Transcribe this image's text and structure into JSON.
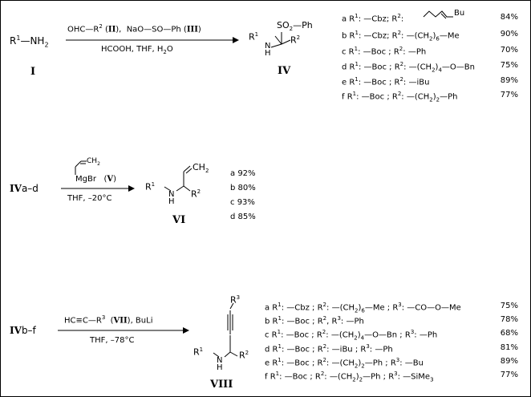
{
  "scheme1": {
    "reactant": "R1—NH2",
    "reactant_label": "I",
    "reagents_top": "OHC—R2 (II), NaO—SO—Ph (III)",
    "conditions_bottom": "HCOOH, THF, H2O",
    "product_sulfonyl": "SO2—Ph",
    "product_r1": "R1",
    "product_nh": "N\nH",
    "product_r2": "R2",
    "product_label": "IV",
    "table": [
      {
        "key": "a",
        "r1": "—Cbz",
        "r2": "(chain)Bu",
        "yield": "84%"
      },
      {
        "key": "b",
        "r1": "—Cbz",
        "r2": "—(CH2)6—Me",
        "yield": "90%"
      },
      {
        "key": "c",
        "r1": "—Boc",
        "r2": "—Ph",
        "yield": "70%"
      },
      {
        "key": "d",
        "r1": "—Boc",
        "r2": "—(CH2)4—O—Bn",
        "yield": "75%"
      },
      {
        "key": "e",
        "r1": "—Boc",
        "r2": "—iBu",
        "yield": "89%"
      },
      {
        "key": "f",
        "r1": "—Boc",
        "r2": "—(CH2)2—Ph",
        "yield": "77%"
      }
    ]
  },
  "scheme2": {
    "reactant": "IVa–d",
    "reagent": "MgBr (V)",
    "conditions": "THF, –20°C",
    "product_label": "VI",
    "yields": [
      {
        "key": "a",
        "yield": "92%"
      },
      {
        "key": "b",
        "yield": "80%"
      },
      {
        "key": "c",
        "yield": "93%"
      },
      {
        "key": "d",
        "yield": "85%"
      }
    ]
  },
  "scheme3": {
    "reactant": "IVb–f",
    "reagents_top": "HC≡C—R3 (VII), BuLi",
    "conditions": "THF, –78°C",
    "product_label": "VIII",
    "table": [
      {
        "key": "a",
        "r1": "—Cbz",
        "r2": "—(CH2)6—Me",
        "r3": "—CO—O—Me",
        "yield": "75%"
      },
      {
        "key": "b",
        "r1": "—Boc",
        "r2": "R2",
        "r3": "—Ph",
        "yield": "78%"
      },
      {
        "key": "c",
        "r1": "—Boc",
        "r2": "—(CH2)4—O—Bn",
        "r3": "—Ph",
        "yield": "68%"
      },
      {
        "key": "d",
        "r1": "—Boc",
        "r2": "—iBu",
        "r3": "—Ph",
        "yield": "81%"
      },
      {
        "key": "e",
        "r1": "—Boc",
        "r2": "—(CH2)2—Ph",
        "r3": "—Bu",
        "yield": "89%"
      },
      {
        "key": "f",
        "r1": "—Boc",
        "r2": "—(CH2)2—Ph",
        "r3": "—SiMe3",
        "yield": "77%"
      }
    ]
  }
}
